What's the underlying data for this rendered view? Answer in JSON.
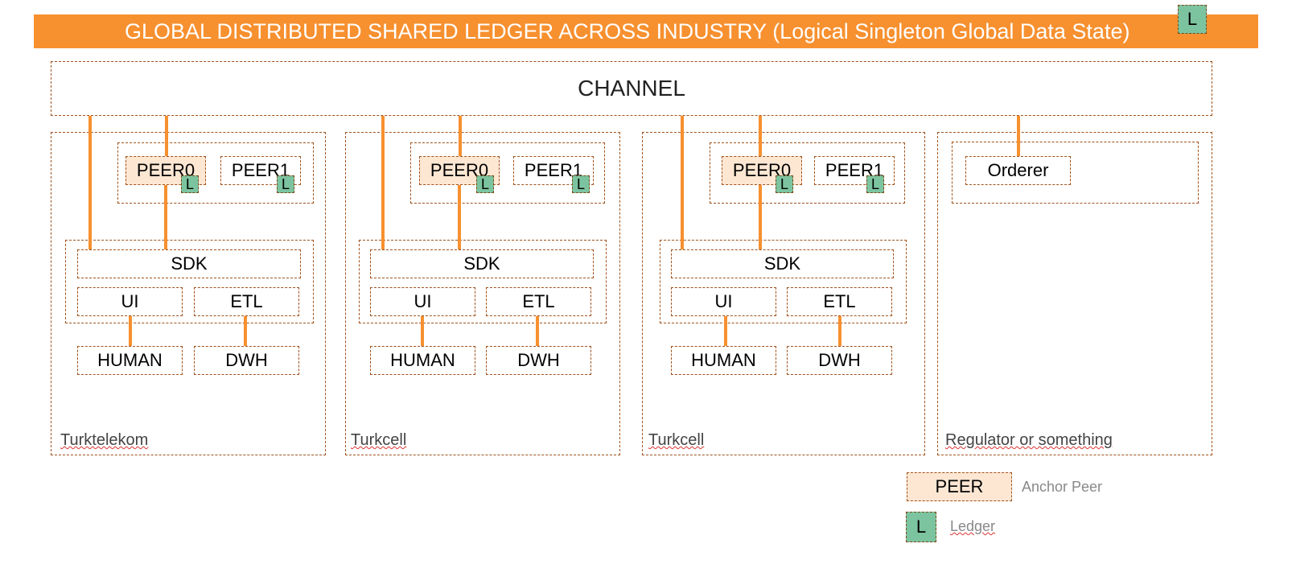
{
  "banner": {
    "title": "GLOBAL DISTRIBUTED SHARED LEDGER ACROSS INDUSTRY (Logical Singleton Global Data State)",
    "ledger_label": "L"
  },
  "channel": {
    "label": "CHANNEL"
  },
  "orgs": [
    {
      "name": "Turktelekom",
      "peer0": "PEER0",
      "peer1": "PEER1",
      "ledger": "L",
      "sdk": "SDK",
      "ui": "UI",
      "etl": "ETL",
      "human": "HUMAN",
      "dwh": "DWH"
    },
    {
      "name": "Turkcell",
      "peer0": "PEER0",
      "peer1": "PEER1",
      "ledger": "L",
      "sdk": "SDK",
      "ui": "UI",
      "etl": "ETL",
      "human": "HUMAN",
      "dwh": "DWH"
    },
    {
      "name": "Turkcell",
      "peer0": "PEER0",
      "peer1": "PEER1",
      "ledger": "L",
      "sdk": "SDK",
      "ui": "UI",
      "etl": "ETL",
      "human": "HUMAN",
      "dwh": "DWH"
    }
  ],
  "regulator": {
    "name": "Regulator or something",
    "orderer": "Orderer"
  },
  "legend": {
    "peer_box": "PEER",
    "peer_text": "Anchor Peer",
    "ledger_box": "L",
    "ledger_text": "Ledger"
  },
  "colors": {
    "banner": "#f7902f",
    "connector": "#f7902f",
    "border": "#a0521d",
    "anchor_peer_fill": "#fde7d3",
    "ledger_fill": "#7cc4a0"
  }
}
